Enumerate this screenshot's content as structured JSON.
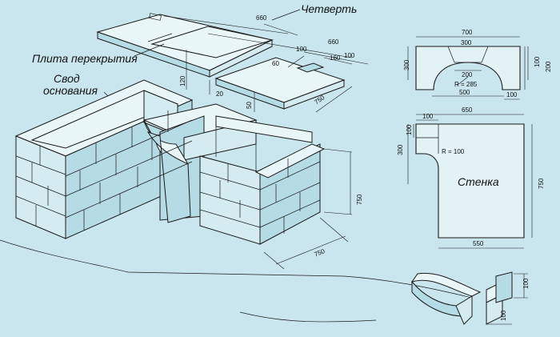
{
  "labels": {
    "quarter": "Четверть",
    "slab": "Плита перекрытия",
    "arch_line1": "Свод",
    "arch_line2": "основания",
    "wall": "Стенка"
  },
  "dimensions": {
    "slab_660_a": "660",
    "slab_660_b": "660",
    "slab_100": "100",
    "slab_160": "160",
    "slab_100_b": "100",
    "slab_60": "60",
    "slab_120": "120",
    "slab_20": "20",
    "slab_50": "50",
    "slab_750": "750",
    "base_750_h": "750",
    "base_750_d": "750",
    "arch_700": "700",
    "arch_300_top": "300",
    "arch_200_mid": "200",
    "arch_r285": "R = 285",
    "arch_500": "500",
    "arch_300_side": "300",
    "arch_100_right": "100",
    "arch_200_right": "200",
    "arch_100_bottom": "100",
    "wall_650": "650",
    "wall_100_top": "100",
    "wall_100_side": "100",
    "wall_300": "300",
    "wall_r100": "R = 100",
    "wall_750": "750",
    "wall_550": "550",
    "detail_100_a": "100",
    "detail_100_b": "100"
  }
}
